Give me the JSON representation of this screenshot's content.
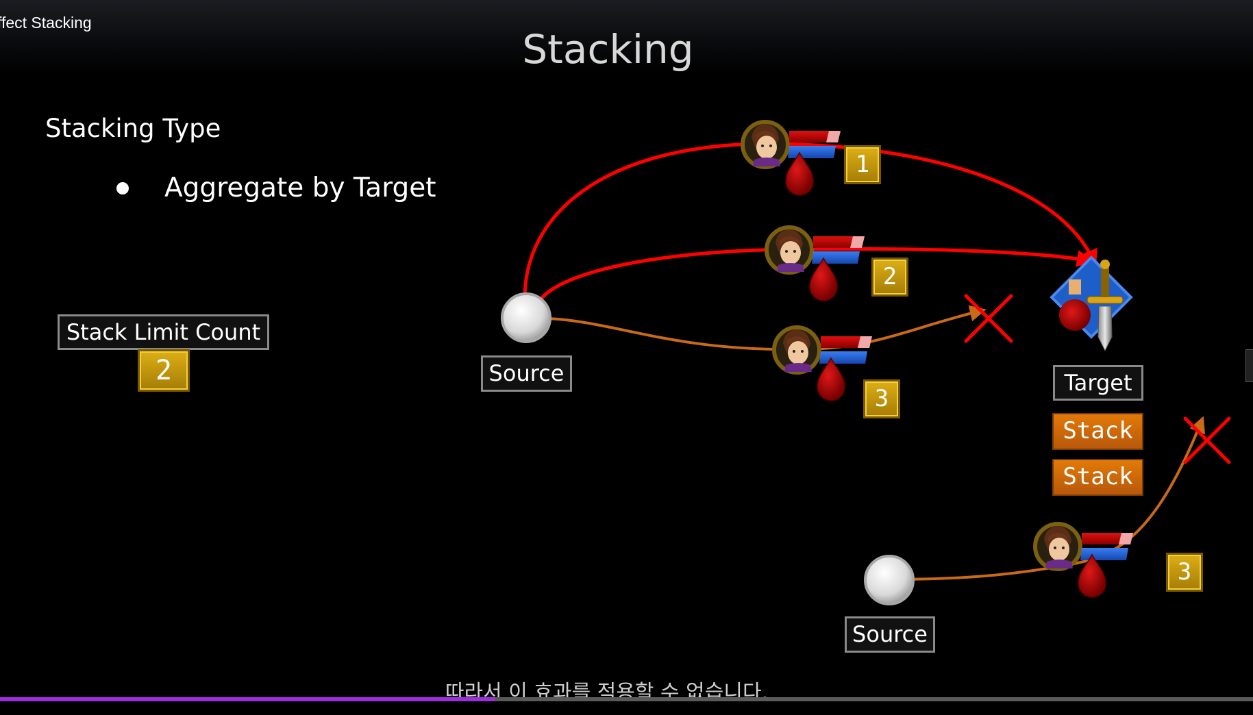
{
  "video": {
    "title": "ffect Stacking"
  },
  "slide": {
    "title": "Stacking",
    "heading": "Stacking Type",
    "bullet": "Aggregate by Target",
    "stack_limit": {
      "label": "Stack Limit Count",
      "value": "2"
    }
  },
  "diagram": {
    "source_label": "Source",
    "source2_label": "Source",
    "target_label": "Target",
    "stacks": [
      "Stack",
      "Stack"
    ],
    "effect_numbers": [
      "1",
      "2",
      "3",
      "3"
    ],
    "colors": {
      "applied": "#ff0000",
      "rejected": "#c86a18",
      "gold": "#c99a0c",
      "stack": "#d96c08"
    }
  },
  "subtitle": "따라서 이 효과를 적용할 수 없습니다.",
  "player": {
    "progress": 0.395
  }
}
